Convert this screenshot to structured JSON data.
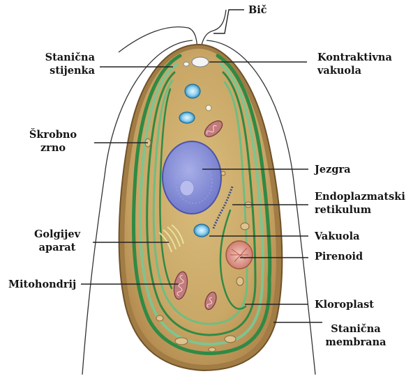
{
  "labels": {
    "bic": "Bič",
    "stanicna_stijenka": [
      "Stanična",
      "stijenka"
    ],
    "kontraktivna_vakuola": [
      "Kontraktivna",
      "vakuola"
    ],
    "skrobno_zrno": [
      "Škrobno",
      "zrno"
    ],
    "jezgra": "Jezgra",
    "endoplazmatski_retikulum": [
      "Endoplazmatski",
      "retikulum"
    ],
    "golgijev_aparat": [
      "Golgijev",
      "aparat"
    ],
    "vakuola": "Vakuola",
    "pirenoid": "Pirenoid",
    "mitohondrij": "Mitohondrij",
    "kloroplast": "Kloroplast",
    "stanicna_membrana": [
      "Stanična",
      "membrana"
    ]
  },
  "colors": {
    "cytoplasm": "#c9a766",
    "cell_wall": "#8a6a3a",
    "chloroplast": "#3f9b57",
    "chloroplast_light": "#7fc48f",
    "nucleus": "#7f86d4",
    "vacuole": "#2f8fc0",
    "pyrenoid": "#d98a7a",
    "mitochondrion": "#b8646e",
    "label_line": "#222222"
  }
}
